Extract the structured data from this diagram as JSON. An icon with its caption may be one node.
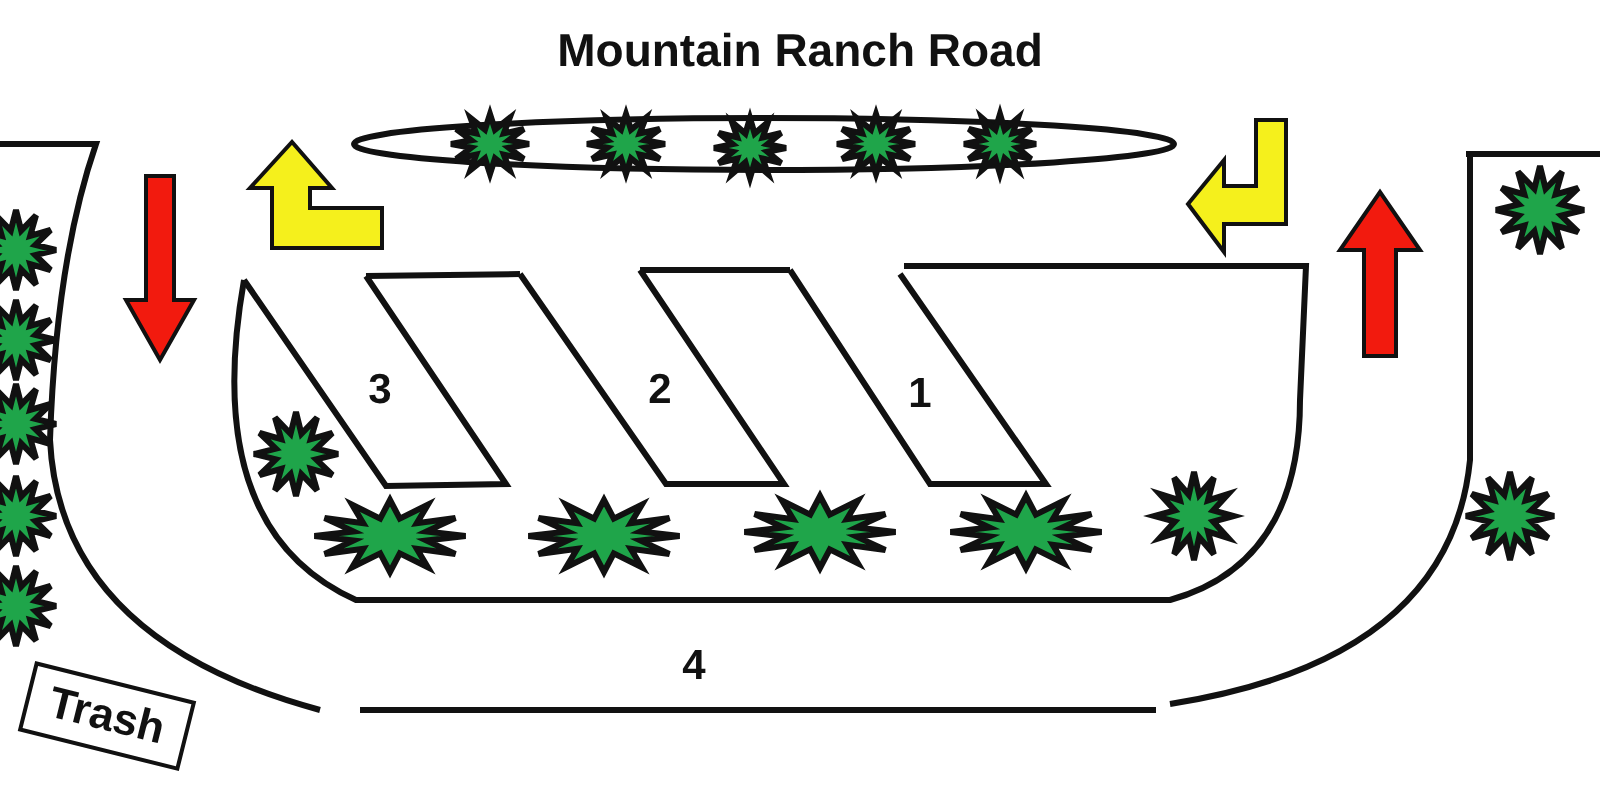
{
  "diagram": {
    "title": "Mountain Ranch Road",
    "nodes": [
      {
        "text": [
          "3"
        ]
      },
      {
        "text": [
          "2"
        ]
      },
      {
        "text": [
          "1"
        ]
      },
      {
        "text": [
          "Trash"
        ]
      }
    ],
    "labels": [
      "4"
    ]
  }
}
